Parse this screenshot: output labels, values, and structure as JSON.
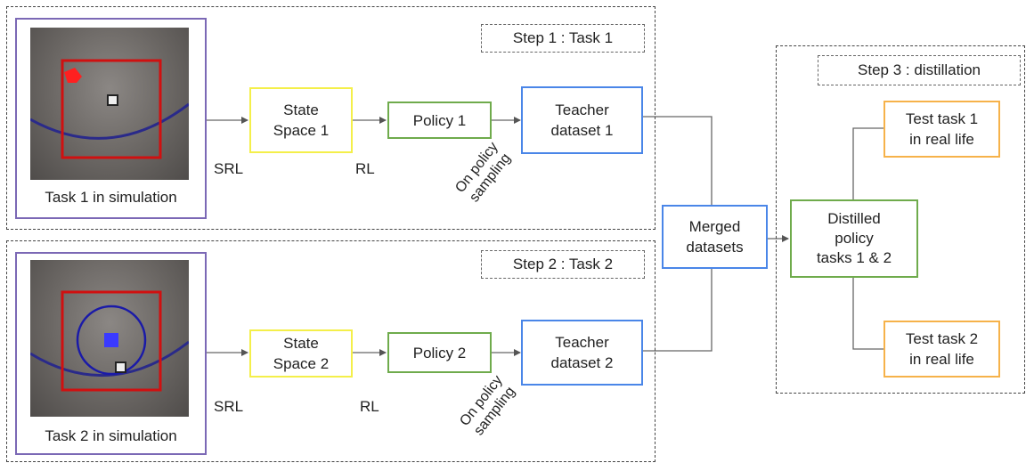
{
  "steps": {
    "step1": "Step 1 : Task 1",
    "step2": "Step 2 : Task 2",
    "step3": "Step 3 : distillation"
  },
  "task1": {
    "caption": "Task 1 in simulation",
    "state_space": "State\nSpace 1",
    "policy": "Policy 1",
    "teacher": "Teacher\ndataset 1"
  },
  "task2": {
    "caption": "Task 2 in simulation",
    "state_space": "State\nSpace 2",
    "policy": "Policy 2",
    "teacher": "Teacher\ndataset 2"
  },
  "edges": {
    "srl": "SRL",
    "rl": "RL",
    "sampling": "On policy\nsampling"
  },
  "merged": "Merged\ndatasets",
  "distilled": "Distilled\npolicy\ntasks 1 & 2",
  "test1": "Test task 1\nin real life",
  "test2": "Test task 2\nin real life",
  "colors": {
    "state": "#f4ef4a",
    "policy": "#6fab4c",
    "dataset": "#4a86e8",
    "test": "#f6b24a",
    "frame": "#7b68b5",
    "target_box": "#d01010",
    "target_circle": "#1a1aa8",
    "marker_red": "#ff2020",
    "marker_blue": "#3a3aff"
  },
  "icons": [
    "robot-arena-task1-image",
    "robot-arena-task2-image"
  ]
}
